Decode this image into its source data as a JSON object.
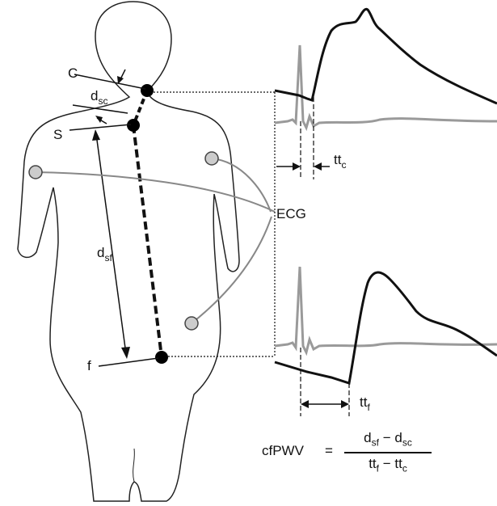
{
  "labels": {
    "carotid": "C",
    "sternal": "S",
    "femoral": "f",
    "ecg": "ECG",
    "d_sc": {
      "base": "d",
      "sub": "sc"
    },
    "d_sf": {
      "base": "d",
      "sub": "sf"
    },
    "tt_c": {
      "base": "tt",
      "sub": "c"
    },
    "tt_f": {
      "base": "tt",
      "sub": "f"
    }
  },
  "formula": {
    "lhs": "cfPWV",
    "eq": "=",
    "num": [
      {
        "base": "d",
        "sub": "sf"
      },
      {
        "op": " − "
      },
      {
        "base": "d",
        "sub": "sc"
      }
    ],
    "den": [
      {
        "base": "tt",
        "sub": "f"
      },
      {
        "op": " − "
      },
      {
        "base": "tt",
        "sub": "c"
      }
    ]
  },
  "colors": {
    "ink": "#111111",
    "ecg_gray": "#9a9a9a",
    "electrode_fill": "#cccccc",
    "marker": "#000000"
  }
}
